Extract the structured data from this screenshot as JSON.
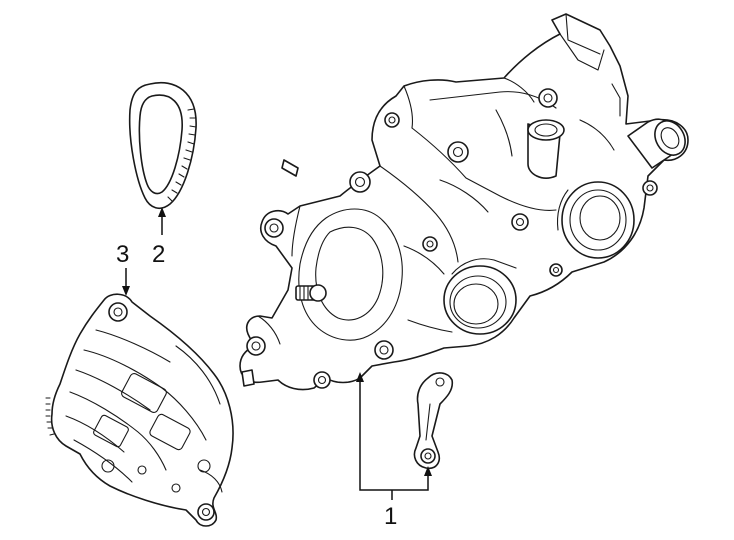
{
  "callouts": {
    "part1": "1",
    "part2": "2",
    "part3": "3"
  },
  "colors": {
    "line": "#1a1a1a",
    "background": "#ffffff"
  }
}
